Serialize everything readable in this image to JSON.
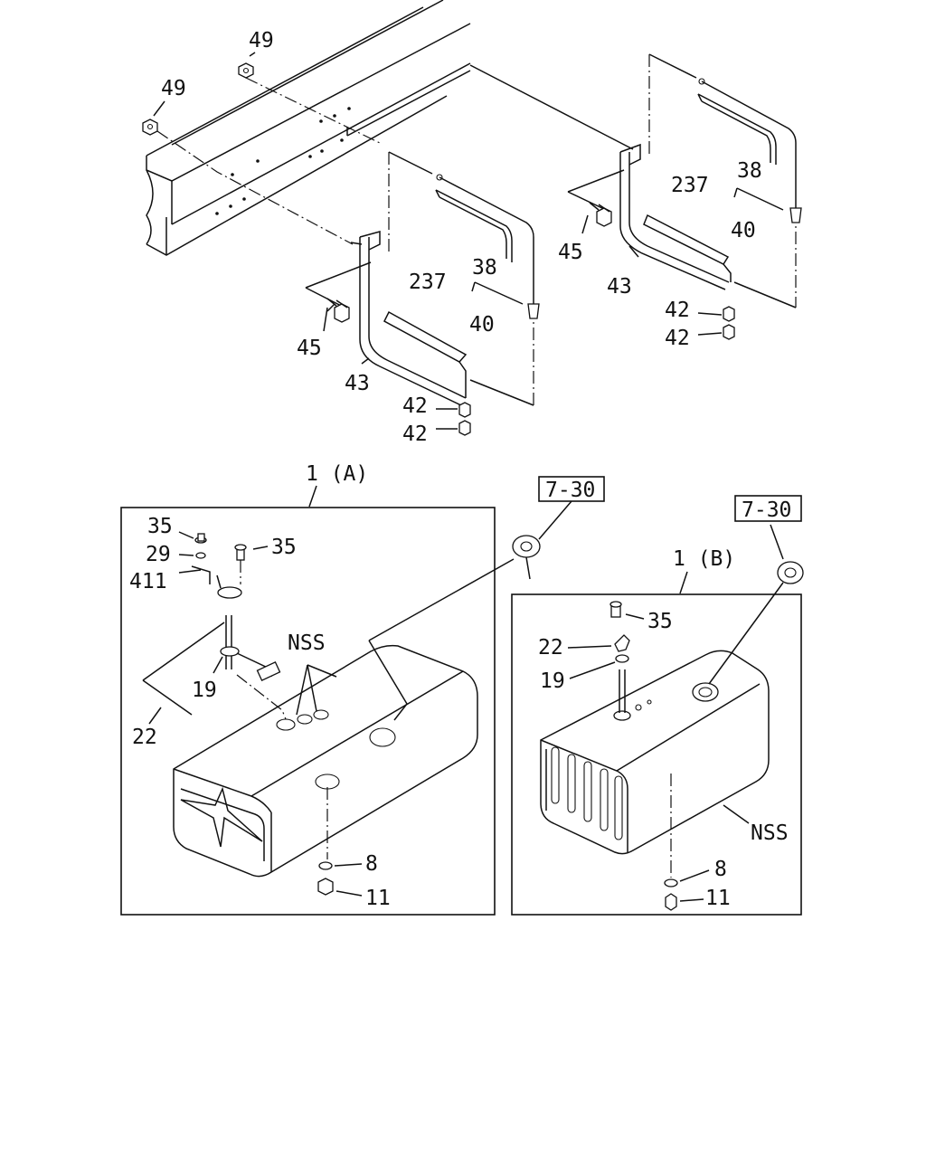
{
  "diagram": {
    "labels": {
      "nut_49_a": "49",
      "nut_49_b": "49",
      "strap_38_left": "38",
      "strap_38_right": "38",
      "rubber_237_left": "237",
      "rubber_237_right": "237",
      "bolt_40_left": "40",
      "bolt_40_right": "40",
      "bolt_45_left": "45",
      "bolt_45_right": "45",
      "bracket_43_left": "43",
      "bracket_43_right": "43",
      "nut_42_left_a": "42",
      "nut_42_left_b": "42",
      "nut_42_right_a": "42",
      "nut_42_right_b": "42",
      "tank_a_title": "1 (A)",
      "tank_b_title": "1 (B)",
      "ref_a": "7-30",
      "ref_b": "7-30",
      "a_35_left": "35",
      "a_35_right": "35",
      "a_29": "29",
      "a_411": "411",
      "a_nss": "NSS",
      "a_19": "19",
      "a_22": "22",
      "a_8": "8",
      "a_11": "11",
      "b_35": "35",
      "b_22": "22",
      "b_19": "19",
      "b_nss": "NSS",
      "b_8": "8",
      "b_11": "11"
    }
  }
}
